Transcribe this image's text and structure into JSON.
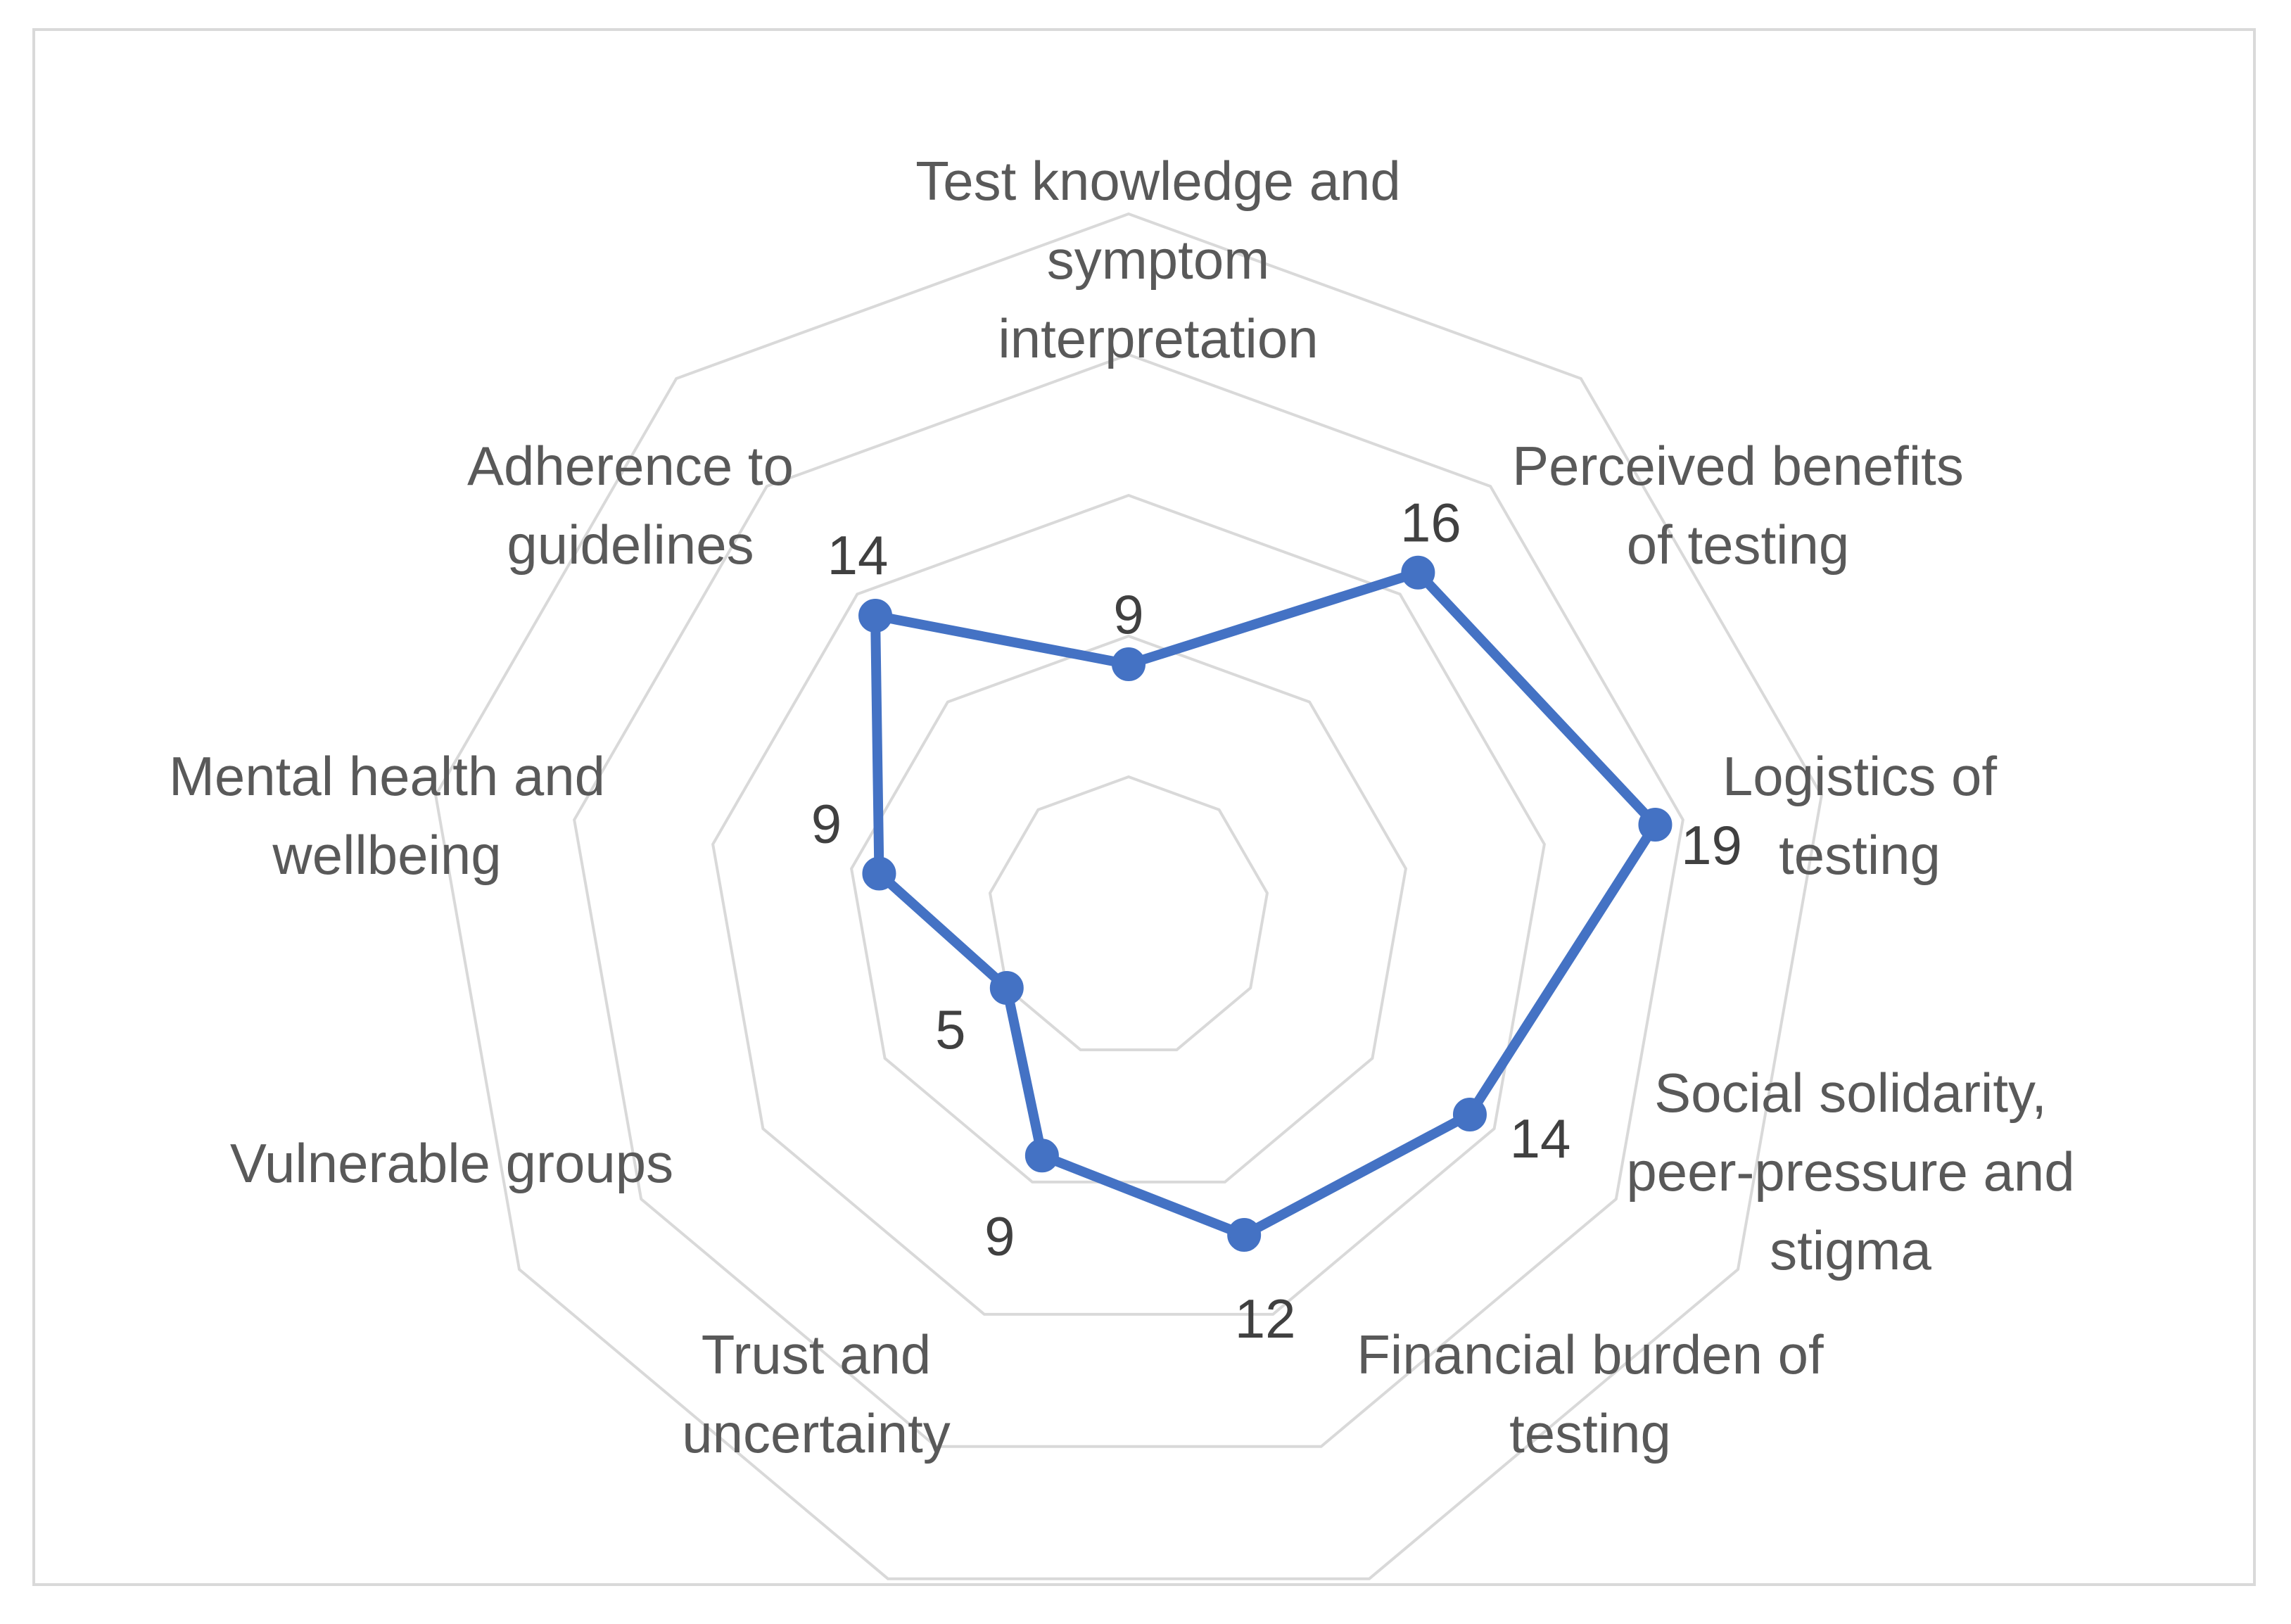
{
  "chart_data": {
    "type": "radar",
    "title": "",
    "categories": [
      "Test knowledge and symptom interpretation",
      "Perceived benefits of testing",
      "Logistics of testing",
      "Social solidarity, peer-pressure and stigma",
      "Financial burden of testing",
      "Trust and uncertainty",
      "Vulnerable groups",
      "Mental health and wellbeing",
      "Adherence to guidelines"
    ],
    "category_lines": [
      [
        "Test knowledge and",
        "symptom",
        "interpretation"
      ],
      [
        "Perceived benefits",
        "of testing"
      ],
      [
        "Logistics of",
        "testing"
      ],
      [
        "Social solidarity,",
        "peer-pressure and",
        "stigma"
      ],
      [
        "Financial burden of",
        "testing"
      ],
      [
        "Trust and",
        "uncertainty"
      ],
      [
        "Vulnerable groups"
      ],
      [
        "Mental health and",
        "wellbeing"
      ],
      [
        "Adherence to",
        "guidelines"
      ]
    ],
    "series": [
      {
        "values": [
          9,
          16,
          19,
          14,
          12,
          9,
          5,
          9,
          14
        ]
      }
    ],
    "data_labels": [
      "9",
      "16",
      "19",
      "14",
      "12",
      "9",
      "5",
      "9",
      "14"
    ],
    "rmax": 25,
    "rings": [
      5,
      10,
      15,
      20,
      25
    ],
    "grid": true,
    "legend": "none",
    "colors": {
      "series": "#4472c4",
      "grid": "#d9d9d9",
      "label_text": "#595959",
      "value_text": "#404040"
    }
  }
}
